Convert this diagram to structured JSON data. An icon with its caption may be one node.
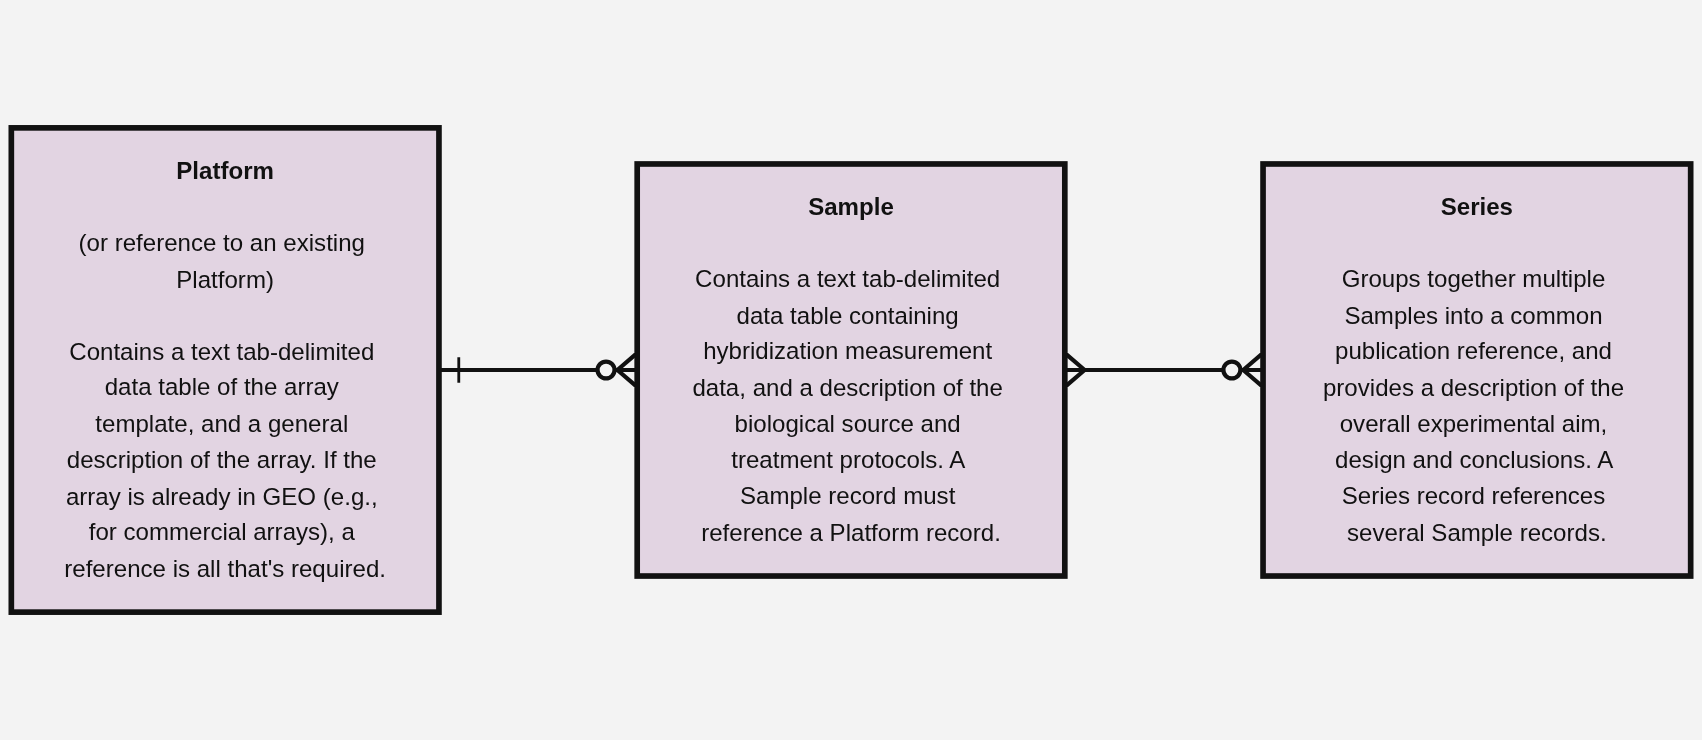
{
  "diagram": {
    "nodes": [
      {
        "text": [
          "Platform",
          "(or reference to an existing Platform)",
          "Contains a text tab-delimited data table of the array template, and a general description of the array. If the array is already in GEO (e.g., for commercial arrays), a reference is all that's required."
        ]
      },
      {
        "text": [
          "Sample",
          "Contains a text tab-delimited data table containing hybridization measurement data, and a description of the biological source and treatment protocols. A Sample record must reference a Platform record."
        ]
      },
      {
        "text": [
          "Series",
          "Groups together multiple Samples into a common publication reference, and provides a description of the overall experimental aim, design and conclusions. A Series record references several Sample records."
        ]
      }
    ],
    "edges": [
      {
        "from": 0,
        "to": 1,
        "arrow": "other"
      },
      {
        "from": 1,
        "to": 2,
        "arrow": "other"
      }
    ]
  }
}
